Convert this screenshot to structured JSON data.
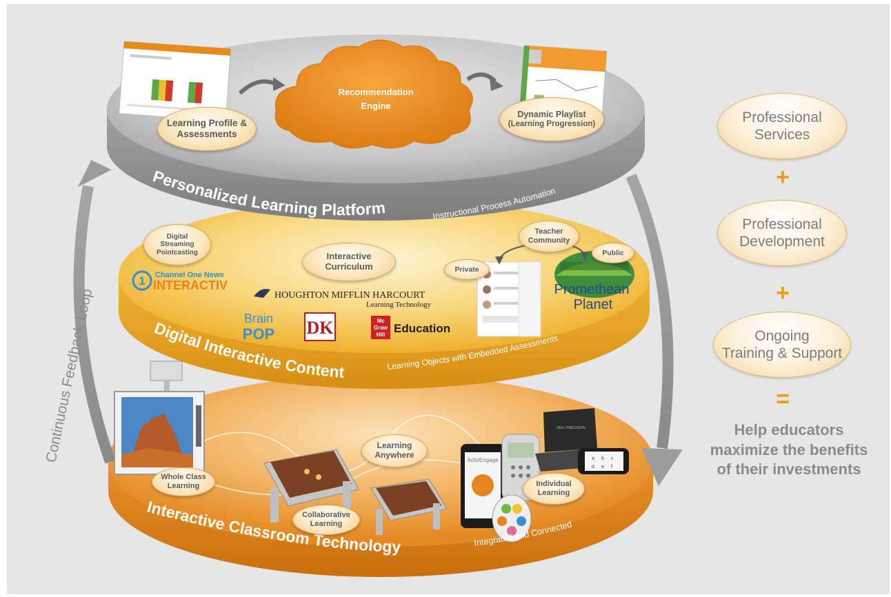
{
  "feedback_loop": "Continuous Feedback Loop",
  "layers": {
    "platform": {
      "title": "Personalized Learning Platform",
      "subtitle": "Instructional Process Automation",
      "items": {
        "learning_profile": [
          "Learning Profile &",
          "Assessments"
        ],
        "recommendation": [
          "Recommendation",
          "Engine"
        ],
        "playlist": [
          "Dynamic Playlist",
          "(Learning Progression)"
        ]
      }
    },
    "content": {
      "title": "Digital Interactive Content",
      "subtitle": "Learning Objects with Embedded Assessments",
      "items": {
        "streaming": [
          "Digital",
          "Streaming",
          "Pointcasting"
        ],
        "curriculum": [
          "Interactive",
          "Curriculum"
        ],
        "teacher_community": [
          "Teacher",
          "Community"
        ],
        "private": "Private",
        "public": "Public"
      },
      "brands": {
        "channel_one_top": "Channel One News",
        "channel_one_bottom": "INTERACTIV",
        "channel_one_mark": "1",
        "hmh_top": "HOUGHTON MIFFLIN HARCOURT",
        "hmh_bottom": "Learning Technology",
        "brainpop_top": "Brain",
        "brainpop_bottom": "POP",
        "dk": "DK",
        "mcgraw": [
          "Mc",
          "Graw",
          "Hill"
        ],
        "education": "Education",
        "promethean_top": "Promethean",
        "promethean_bottom": "Planet"
      }
    },
    "technology": {
      "title": "Interactive Classroom Technology",
      "subtitle": "Integrated and Connected",
      "items": {
        "whole_class": [
          "Whole Class",
          "Learning"
        ],
        "collaborative": [
          "Collaborative",
          "Learning"
        ],
        "anywhere": [
          "Learning",
          "Anywhere"
        ],
        "individual": [
          "Individual",
          "Learning"
        ]
      },
      "device_labels": {
        "activengage": "ActivEngage",
        "laptop": "DELL PRECISION",
        "keypad": [
          "a",
          "b",
          "c",
          "d",
          "e",
          "f"
        ]
      }
    }
  },
  "sidebar": {
    "services": [
      "Professional",
      "Services"
    ],
    "development": [
      "Professional",
      "Development"
    ],
    "training": [
      "Ongoing",
      "Training & Support"
    ],
    "plus1": "+",
    "plus2": "+",
    "equals": "=",
    "conclusion": [
      "Help educators",
      "maximize the benefits",
      "of their investments"
    ]
  },
  "colors": {
    "background": "#e6e6e6",
    "platform_gray": "#9a9a9a",
    "content_gold": "#f2b233",
    "technology_orange": "#e8912a",
    "cloud_orange": "#e98b1e",
    "accent": "#f39c12",
    "text_gray": "#8a8a8a"
  }
}
